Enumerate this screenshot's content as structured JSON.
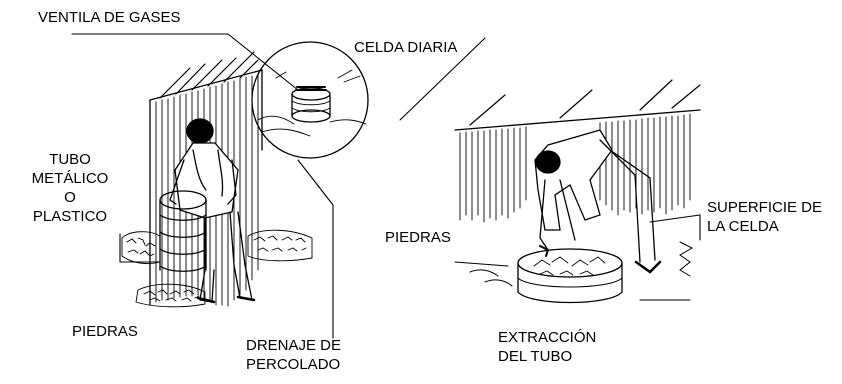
{
  "labels": {
    "ventila_gases": "VENTILA DE GASES",
    "celda_diaria": "CELDA DIARIA",
    "tubo_metalico": [
      "TUBO",
      "METÁLICO",
      "O",
      "PLASTICO"
    ],
    "piedras_left": "PIEDRAS",
    "drenaje_percolado": [
      "DRENAJE DE",
      "PERCOLADO"
    ],
    "piedras_right": "PIEDRAS",
    "superficie_celda": [
      "SUPERFICIE DE",
      "LA CELDA"
    ],
    "extraccion_tubo": [
      "EXTRACCIÓN",
      "DEL TUBO"
    ]
  },
  "colors": {
    "ink": "#000000",
    "paper": "#ffffff"
  }
}
